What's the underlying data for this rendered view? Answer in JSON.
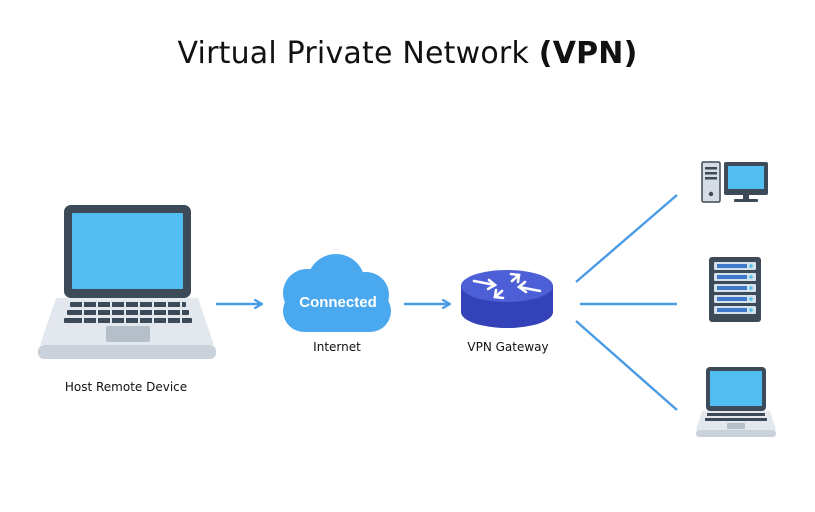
{
  "title": {
    "main": "Virtual Private Network",
    "acronym": "(VPN)"
  },
  "nodes": {
    "host": {
      "label": "Host Remote Device",
      "icon": "laptop-icon"
    },
    "internet": {
      "label": "Internet",
      "cloud_text": "Connected",
      "icon": "cloud-icon"
    },
    "gateway": {
      "label": "VPN Gateway",
      "icon": "router-icon"
    },
    "desktop": {
      "icon": "desktop-computer-icon"
    },
    "server": {
      "icon": "server-rack-icon"
    },
    "laptop2": {
      "icon": "laptop-icon"
    }
  },
  "colors": {
    "arrow": "#4a9be6",
    "cloud": "#4aa8ee",
    "router": "#3f4fc9",
    "screen": "#52bdf0",
    "frame": "#3d4a57",
    "base": "#dde3ea"
  }
}
